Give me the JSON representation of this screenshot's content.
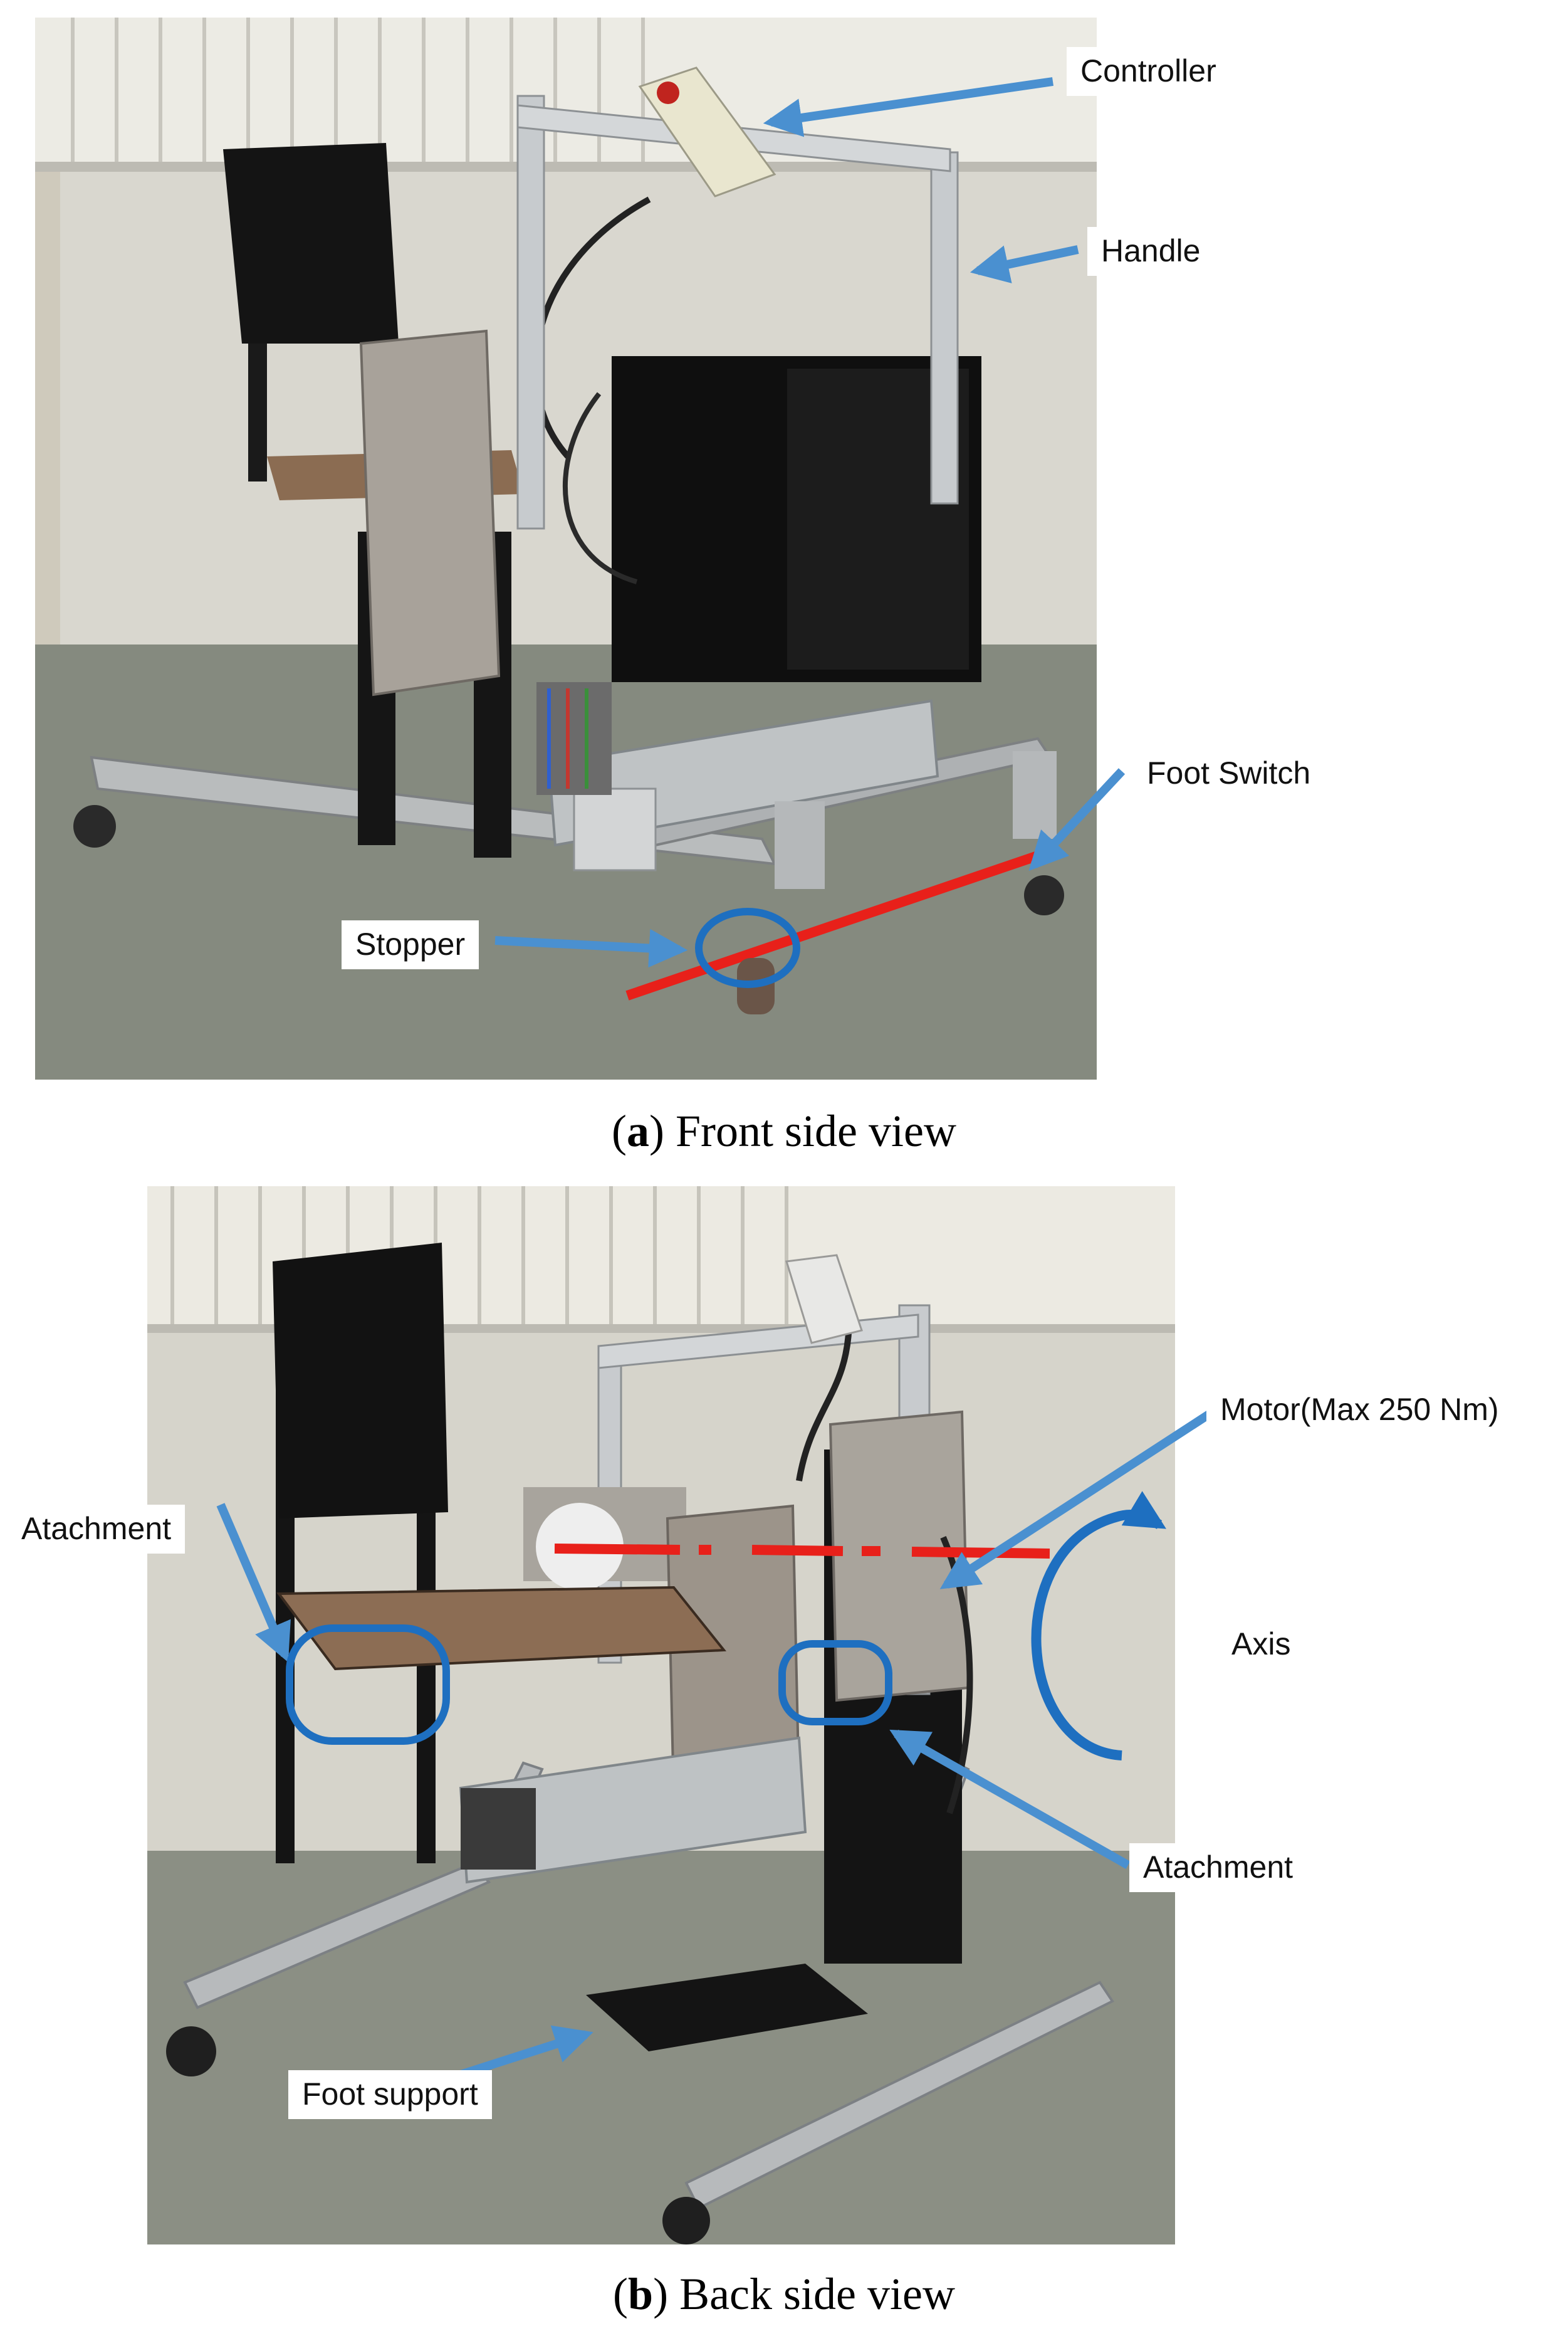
{
  "figure": {
    "panels": [
      {
        "id": "a",
        "caption_letter": "a",
        "caption_text": "Front side view",
        "labels": {
          "controller": "Controller",
          "handle": "Handle",
          "foot_switch": "Foot Switch",
          "stopper": "Stopper"
        }
      },
      {
        "id": "b",
        "caption_letter": "b",
        "caption_text": "Back side view",
        "labels": {
          "motor": "Motor(Max 250 Nm)",
          "attachment_left": "Atachment",
          "axis": "Axis",
          "attachment_right": "Atachment",
          "foot_support": "Foot support"
        }
      }
    ],
    "colors": {
      "arrow": "#4a90d0",
      "highlight_circle": "#1e6fc0",
      "axis_line": "#e8201a"
    }
  }
}
